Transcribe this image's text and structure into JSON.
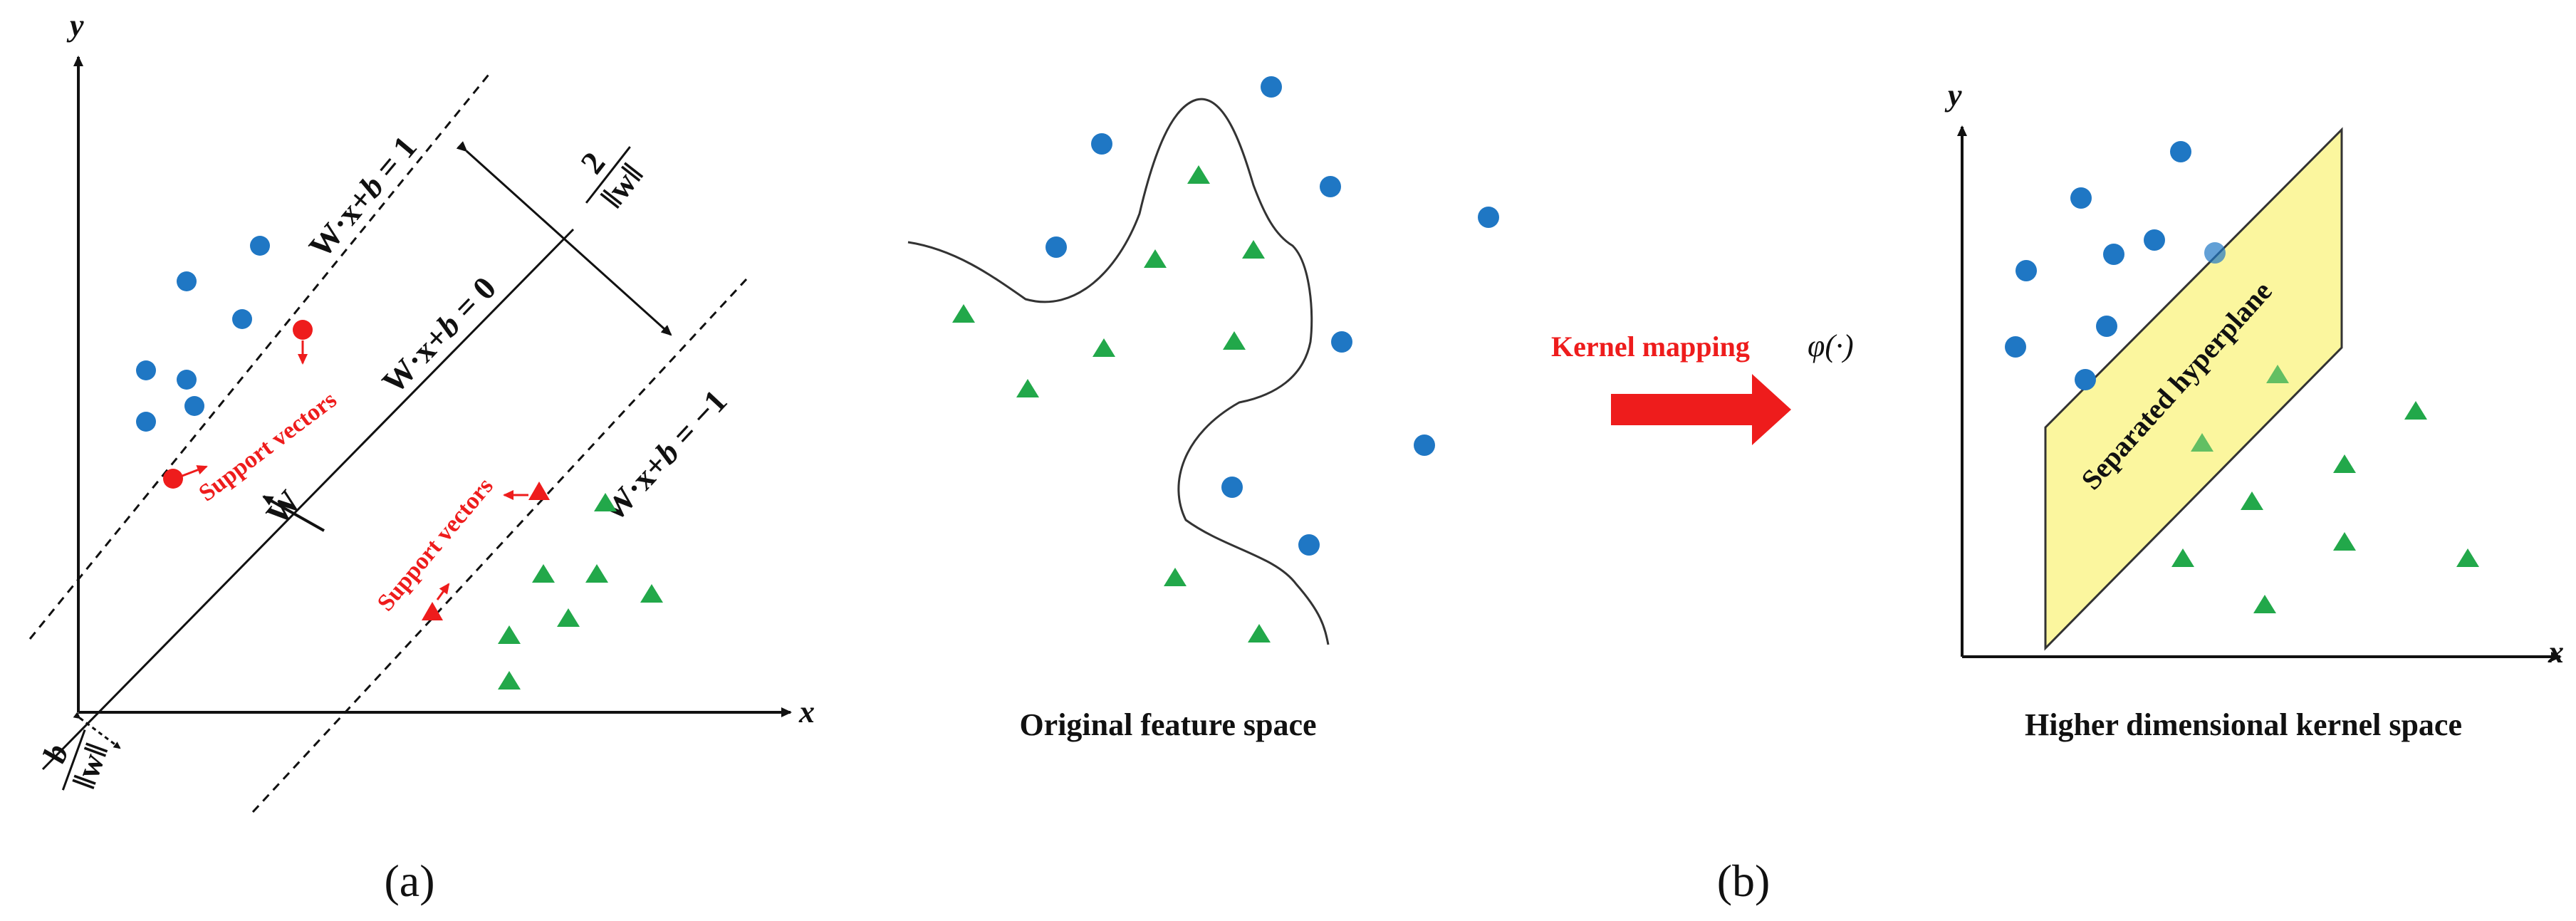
{
  "panel_a": {
    "label": "(a)",
    "x_axis": "x",
    "y_axis": "y",
    "eq_upper": [
      "W·x+",
      "b",
      " = 1"
    ],
    "eq_middle": [
      "W·x+",
      "b",
      " = 0"
    ],
    "eq_lower": [
      "W·x+",
      "b",
      " = −1"
    ],
    "margin_num": "2",
    "margin_den": "‖w‖",
    "offset_num": "b",
    "offset_den": "‖w‖",
    "normal_label": "W",
    "support_label_upper": "Support vectors",
    "support_label_lower": "Support vectors",
    "colors": {
      "class_one": "#1f77c4",
      "class_two": "#22a84a",
      "support": "#ee1c1c"
    }
  },
  "panel_b": {
    "label": "(b)",
    "left_caption": "Original feature space",
    "mapping_label": "Kernel mapping",
    "mapping_symbol": "φ(·)",
    "right_caption": "Higher dimensional kernel space",
    "x_axis": "x",
    "y_axis": "y",
    "plane_label": "Separated hyperplane",
    "colors": {
      "arrow": "#ee1c1c",
      "plane_fill": "#fbf69e"
    }
  }
}
